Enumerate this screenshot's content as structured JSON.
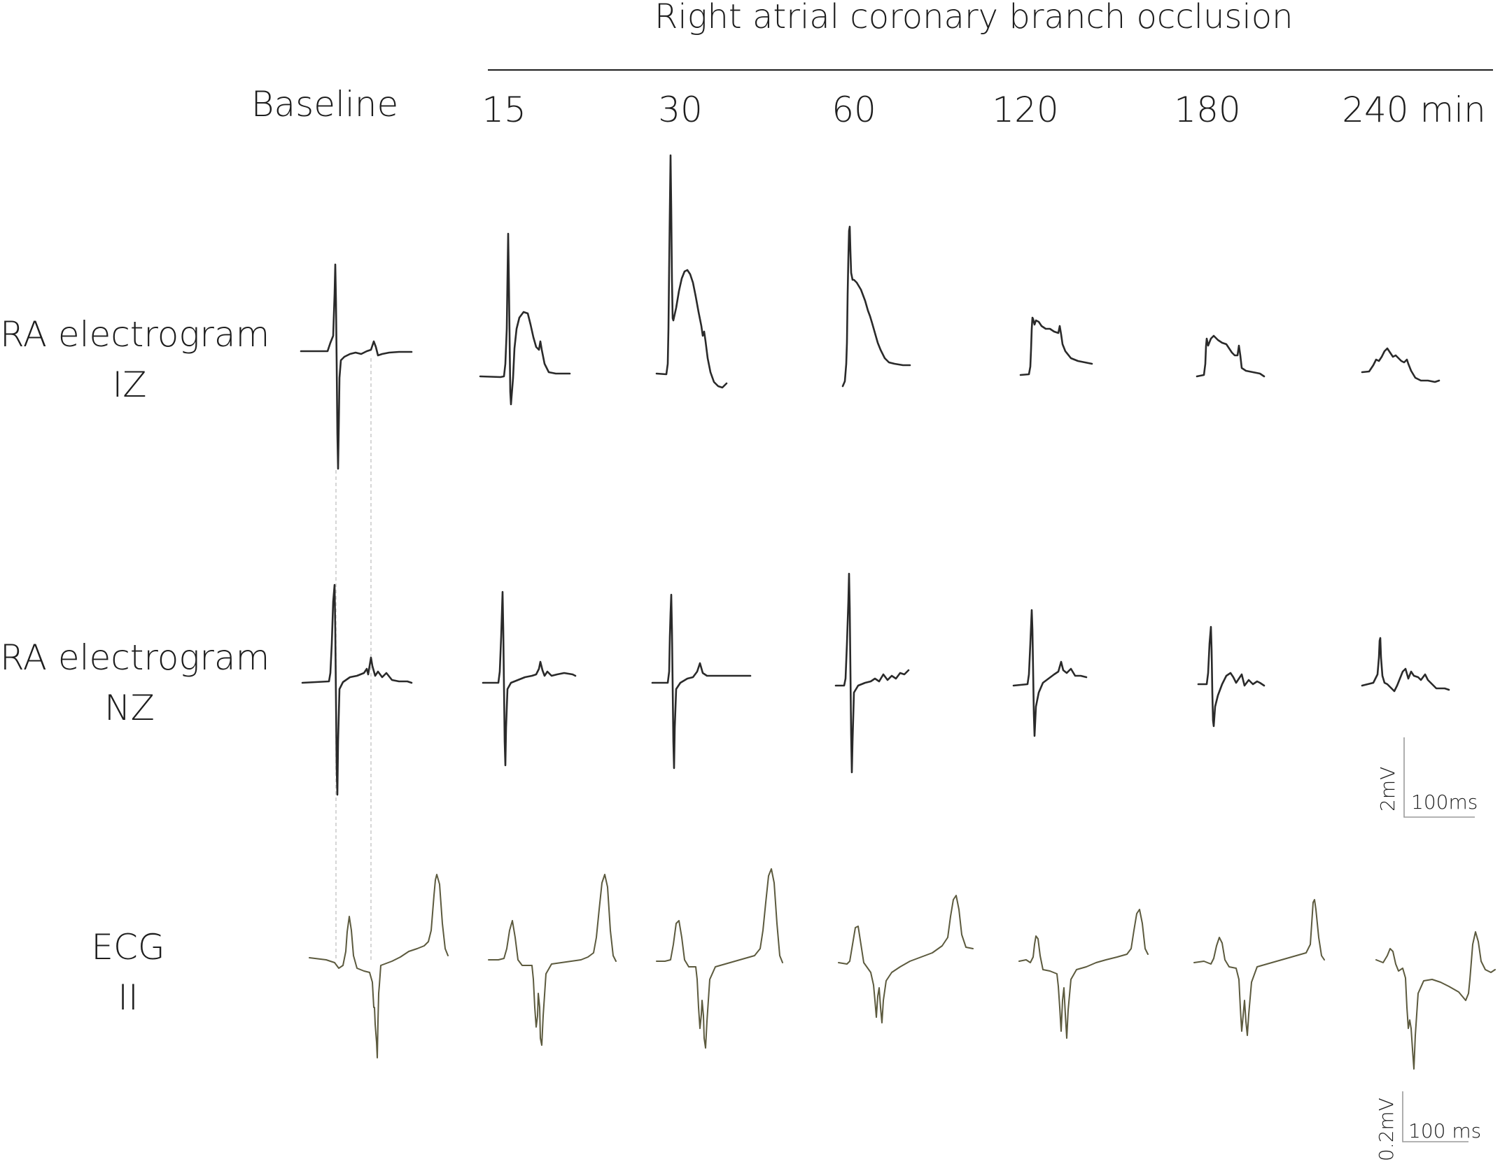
{
  "header": {
    "title": "Right atrial coronary branch occlusion"
  },
  "columns": [
    {
      "id": "baseline",
      "label": "Baseline"
    },
    {
      "id": "t15",
      "label": "15"
    },
    {
      "id": "t30",
      "label": "30"
    },
    {
      "id": "t60",
      "label": "60"
    },
    {
      "id": "t120",
      "label": "120"
    },
    {
      "id": "t180",
      "label": "180"
    },
    {
      "id": "t240",
      "label": "240 min"
    }
  ],
  "rows": [
    {
      "id": "iz",
      "line1": "RA electrogram",
      "line2": "IZ"
    },
    {
      "id": "nz",
      "line1": "RA electrogram",
      "line2": "NZ"
    },
    {
      "id": "ecg",
      "line1": "ECG",
      "line2": "II"
    }
  ],
  "scale_bars": {
    "electrogram": {
      "voltage": "2mV",
      "time": "100ms"
    },
    "ecg": {
      "voltage": "0.2mV",
      "time": "100 ms"
    }
  },
  "colors": {
    "electrogram_trace": "#2a2a2a",
    "ecg_trace": "#5c5a3e",
    "guide_line": "#c8c8c8"
  }
}
